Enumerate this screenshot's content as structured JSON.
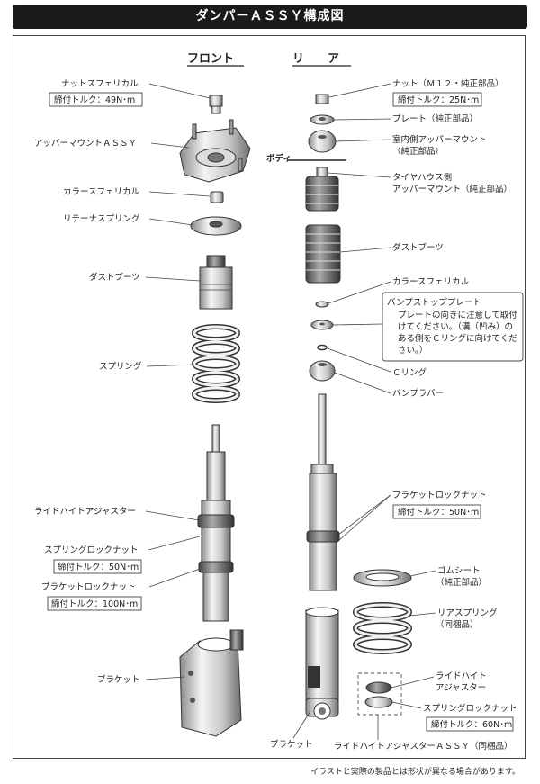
{
  "title": "ダンパーＡＳＳＹ構成図",
  "headings": {
    "front": "フロント",
    "rear": "リ　　ア"
  },
  "body_label": "ボディ",
  "front": {
    "nut": "ナットスフェリカル",
    "nut_torque": "締付トルク：49N･m",
    "upper_mount": "アッパーマウントＡＳＳＹ",
    "collar": "カラースフェリカル",
    "retainer": "リテーナスプリング",
    "dust_boot": "ダストブーツ",
    "spring": "スプリング",
    "ride_height": "ライドハイトアジャスター",
    "spring_lock": "スプリングロックナット",
    "spring_lock_torque": "締付トルク：50N･m",
    "bracket_lock": "ブラケットロックナット",
    "bracket_lock_torque": "締付トルク：100N･m",
    "bracket": "ブラケット"
  },
  "rear": {
    "nut": "ナット（Ｍ１２・純正部品）",
    "nut_torque": "締付トルク：25N･m",
    "plate": "プレート（純正部品）",
    "indoor_mount_1": "室内側アッパーマウント",
    "indoor_mount_2": "（純正部品）",
    "tire_house_1": "タイヤハウス側",
    "tire_house_2": "アッパーマウント（純正部品）",
    "dust_boot": "ダストブーツ",
    "collar": "カラースフェリカル",
    "bump_plate_title": "バンプストッププレート",
    "bump_plate_note_1": "プレートの向きに注意して取付",
    "bump_plate_note_2": "けてください。（溝（凹み）の",
    "bump_plate_note_3": "ある側をＣリングに向けてくだ",
    "bump_plate_note_4": "さい。）",
    "c_ring": "Ｃリング",
    "bump_rubber": "バンプラバー",
    "bracket_lock": "ブラケットロックナット",
    "bracket_lock_torque": "締付トルク：50N･m",
    "rubber_seat_1": "ゴムシート",
    "rubber_seat_2": "（純正部品）",
    "rear_spring_1": "リアスプリング",
    "rear_spring_2": "（同梱品）",
    "ride_height_1": "ライドハイト",
    "ride_height_2": "アジャスター",
    "spring_lock": "スプリングロックナット",
    "spring_lock_torque": "締付トルク：60N･m",
    "bracket": "ブラケット",
    "ride_height_assy": "ライドハイトアジャスターＡＳＳＹ（同梱品）"
  },
  "footer": "イラストと実際の製品とは形状が異なる場合があります。"
}
